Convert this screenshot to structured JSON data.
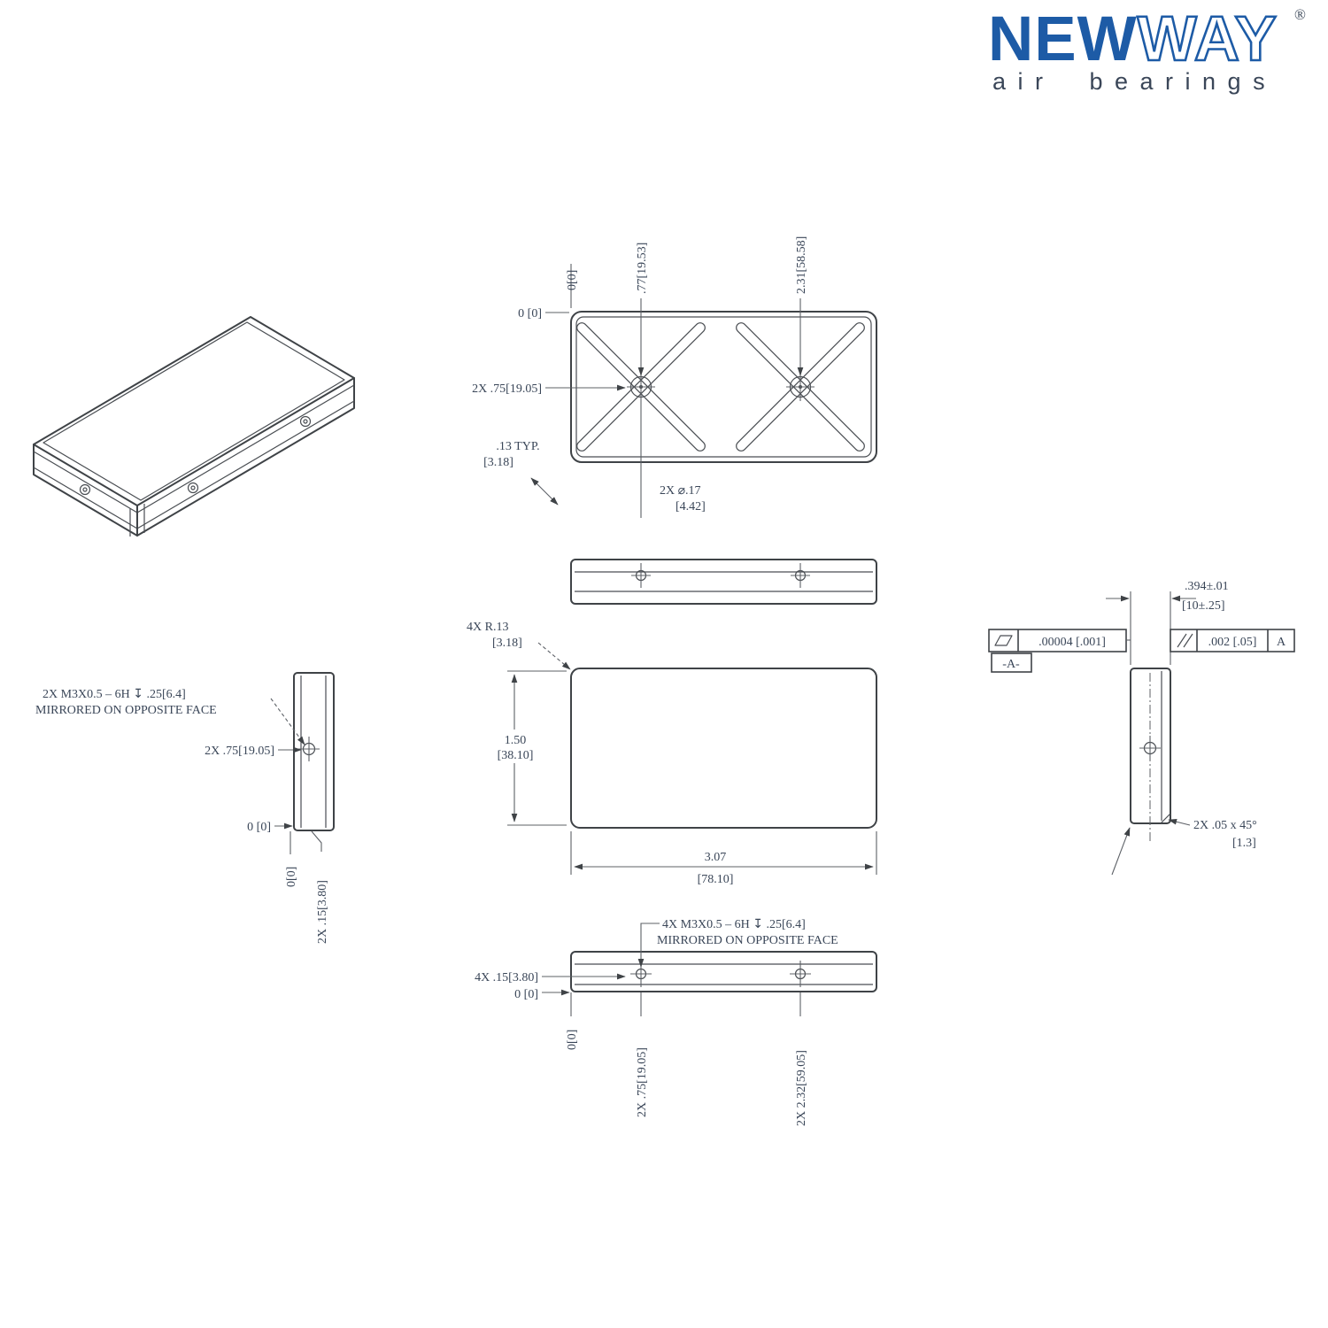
{
  "logo": {
    "brand_solid": "NEW",
    "brand_outline": "WAY",
    "registered_mark": "®",
    "tagline": "air bearings",
    "brand_color": "#1d5ba6",
    "tagline_color": "#8b919a"
  },
  "top_view": {
    "origin_x_label": "0[0]",
    "hole1_x_label": ".77[19.53]",
    "hole2_x_label": "2.31[58.58]",
    "origin_y_label": "0 [0]",
    "holes_y_label": "2X  .75[19.05]",
    "groove_width_label": ".13   TYP.",
    "groove_width_metric": "[3.18]",
    "orifice_label": "2X   ⌀.17",
    "orifice_metric": "[4.42]"
  },
  "front_view": {
    "corner_radius_label": "4X   R.13",
    "corner_radius_metric": "[3.18]",
    "height_label": "1.50",
    "height_metric": "[38.10]",
    "length_label": "3.07",
    "length_metric": "[78.10]"
  },
  "left_view": {
    "thread_callout": "2X M3X0.5 – 6H ↧ .25[6.4]",
    "thread_callout_note": "MIRRORED ON OPPOSITE FACE",
    "hole_y_label": "2X .75[19.05]",
    "origin_label": "0 [0]",
    "origin_bottom_label": "0[0]",
    "chamfer_depth_label": "2X .15[3.80]"
  },
  "right_view": {
    "thickness_label": ".394±.01",
    "thickness_metric": "[10±.25]",
    "flatness_value": ".00004  [.001]",
    "flatness_datum_label": "-A-",
    "parallelism_value": ".002  [.05]",
    "parallelism_datum": "A",
    "chamfer_label": "2X   .05  x 45°",
    "chamfer_metric": "[1.3]"
  },
  "bottom_view": {
    "thread_callout": "4X M3X0.5 – 6H ↧ .25[6.4]",
    "thread_callout_note": "MIRRORED ON OPPOSITE FACE",
    "chamfer_label": "4X  .15[3.80]",
    "origin_label": "0 [0]",
    "origin_bottom_label": "0[0]",
    "hole1_x_label": "2X  .75[19.05]",
    "hole2_x_label": "2X  2.32[59.05]"
  }
}
